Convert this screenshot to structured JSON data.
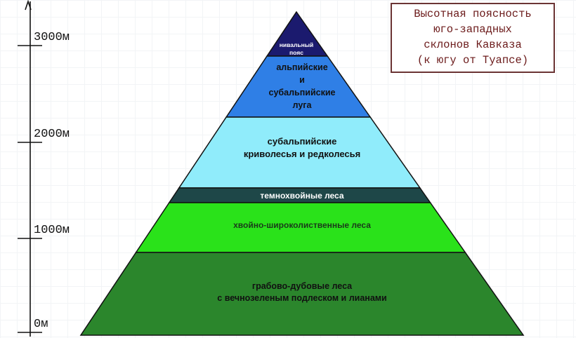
{
  "title": {
    "lines": [
      "Высотная поясность",
      "юго-западных",
      "склонов Кавказа",
      "(к югу от Туапсе)"
    ]
  },
  "axis": {
    "ticks": [
      {
        "value": 0,
        "label": "0м"
      },
      {
        "value": 1000,
        "label": "1000м"
      },
      {
        "value": 2000,
        "label": "2000м"
      },
      {
        "value": 3000,
        "label": "3000м"
      }
    ]
  },
  "zones": [
    {
      "name": "nival",
      "lines": [
        "нивальный",
        "пояс"
      ],
      "color": "#1b1a6e",
      "text_color": "#ffffff"
    },
    {
      "name": "alpine-meadows",
      "lines": [
        "альпийские",
        "и",
        "субальпийские",
        "луга"
      ],
      "color": "#2f7fe6",
      "text_color": "#111111"
    },
    {
      "name": "subalpine-woodland",
      "lines": [
        "субальпийские",
        "криволесья и редколесья"
      ],
      "color": "#90ecfb",
      "text_color": "#111111"
    },
    {
      "name": "dark-conifer",
      "lines": [
        "темнохвойные леса"
      ],
      "color": "#1e4748",
      "text_color": "#ffffff"
    },
    {
      "name": "mixed-forest",
      "lines": [
        "хвойно-широколиственные леса"
      ],
      "color": "#2ae21a",
      "text_color": "#1a3a1a"
    },
    {
      "name": "oak-hornbeam",
      "lines": [
        "грабово-дубовые леса",
        "с вечнозеленым подлеском и лианами"
      ],
      "color": "#2b862c",
      "text_color": "#111111"
    }
  ]
}
